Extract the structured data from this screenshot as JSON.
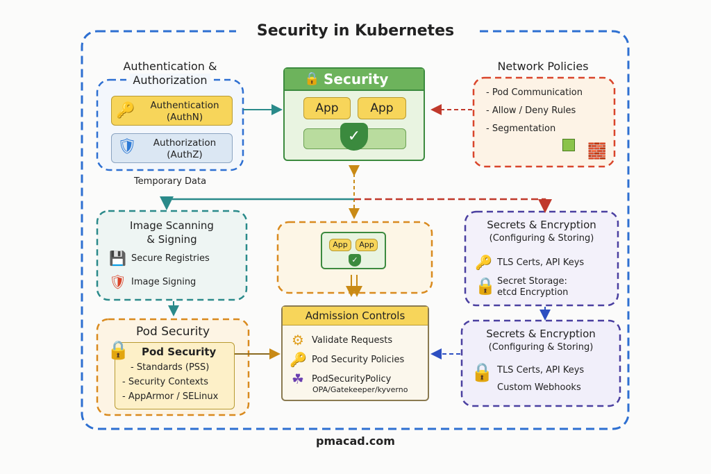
{
  "title": "Security in Kubernetes",
  "footer": "pmacad.com",
  "colors": {
    "outer": "#2d6fd1",
    "auth": "#2d6fd1",
    "network": "#d9452b",
    "image": "#2a8a8a",
    "pod": "#d98a1e",
    "secrets": "#4a3fa0",
    "security": "#3b8a3e"
  },
  "auth": {
    "title1": "Authentication &",
    "title2": "Authorization",
    "authn1": "Authentication",
    "authn2": "(AuthN)",
    "authz1": "Authorization",
    "authz2": "(AuthZ)",
    "note": "Temporary Data"
  },
  "security": {
    "title": "Security",
    "app1": "App",
    "app2": "App"
  },
  "network": {
    "title": "Network Policies",
    "items": [
      "- Pod Communication",
      "- Allow / Deny Rules",
      "- Segmentation"
    ]
  },
  "image": {
    "title1": "Image Scanning",
    "title2": "& Signing",
    "items": [
      "Secure Registries",
      "Image Signing"
    ]
  },
  "center": {
    "app1": "App",
    "app2": "App"
  },
  "pod": {
    "title": "Pod Security",
    "inner_title": "Pod Security",
    "items": [
      "- Standards (PSS)",
      "- Security Contexts",
      "- AppArmor / SELinux"
    ]
  },
  "admission": {
    "title": "Admission Controls",
    "items": [
      "Validate Requests",
      "Pod Security Policies",
      "PodSecurityPolicy"
    ],
    "sub": "OPA/Gatekeeper/kyverno"
  },
  "secrets1": {
    "title": "Secrets & Encryption",
    "subtitle": "(Configuring & Storing)",
    "item1": "TLS Certs, API Keys",
    "item2a": "Secret Storage:",
    "item2b": "etcd Encryption"
  },
  "secrets2": {
    "title": "Secrets & Encryption",
    "subtitle": "(Configuring & Storing)",
    "item1": "TLS Certs, API Keys",
    "item2": "Custom Webhooks"
  }
}
